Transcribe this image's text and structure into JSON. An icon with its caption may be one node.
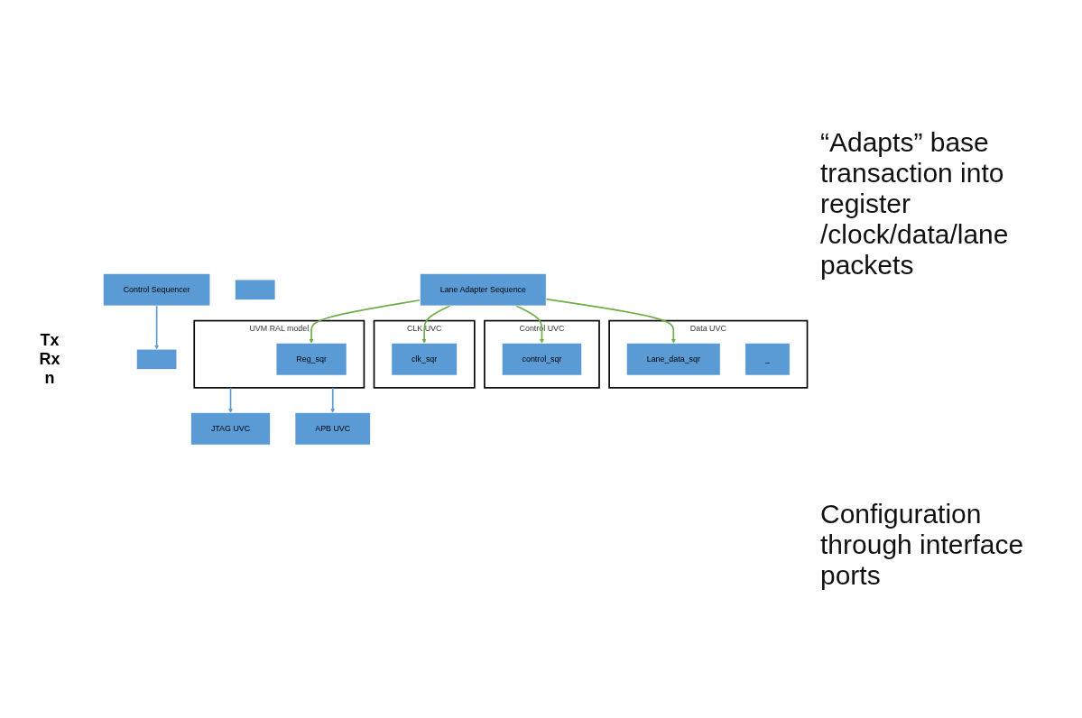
{
  "diagram": {
    "nodes": [
      {
        "text": [
          "Control Sequencer"
        ]
      },
      {
        "text": [],
        "shape": "box"
      },
      {
        "text": [],
        "shape": "box"
      },
      {
        "text": [
          "Lane Adapter Sequence"
        ]
      },
      {
        "text": [
          "UVM RAL model"
        ]
      },
      {
        "text": [
          "Reg_sqr"
        ],
        "in": 4
      },
      {
        "text": [
          "CLK UVC"
        ]
      },
      {
        "text": [
          "clk_sqr"
        ],
        "in": 6
      },
      {
        "text": [
          "Control UVC"
        ]
      },
      {
        "text": [
          "control_sqr"
        ],
        "in": 8
      },
      {
        "text": [
          "Data UVC"
        ]
      },
      {
        "text": [
          "Lane_data_sqr"
        ],
        "in": 10
      },
      {
        "text": [
          "_"
        ],
        "in": 10
      },
      {
        "text": [
          "JTAG UVC"
        ]
      },
      {
        "text": [
          "APB UVC"
        ]
      }
    ],
    "edges": [
      {
        "from": 0,
        "to": 1,
        "arrow": "to",
        "color": "#5b9bd5"
      },
      {
        "from": 3,
        "to": 5,
        "arrow": "to"
      },
      {
        "from": 3,
        "to": 7,
        "arrow": "to"
      },
      {
        "from": 3,
        "to": 9,
        "arrow": "to"
      },
      {
        "from": 3,
        "to": 11,
        "arrow": "to"
      },
      {
        "from": 4,
        "to": 13,
        "arrow": "to",
        "color": "#5b9bd5"
      },
      {
        "from": 4,
        "to": 14,
        "arrow": "to",
        "color": "#5b9bd5"
      }
    ],
    "labels": [
      "“Adapts” base transaction into register /clock/data/lane packets",
      "Tx",
      "Rx",
      "n",
      "Configuration through interface ports"
    ]
  }
}
